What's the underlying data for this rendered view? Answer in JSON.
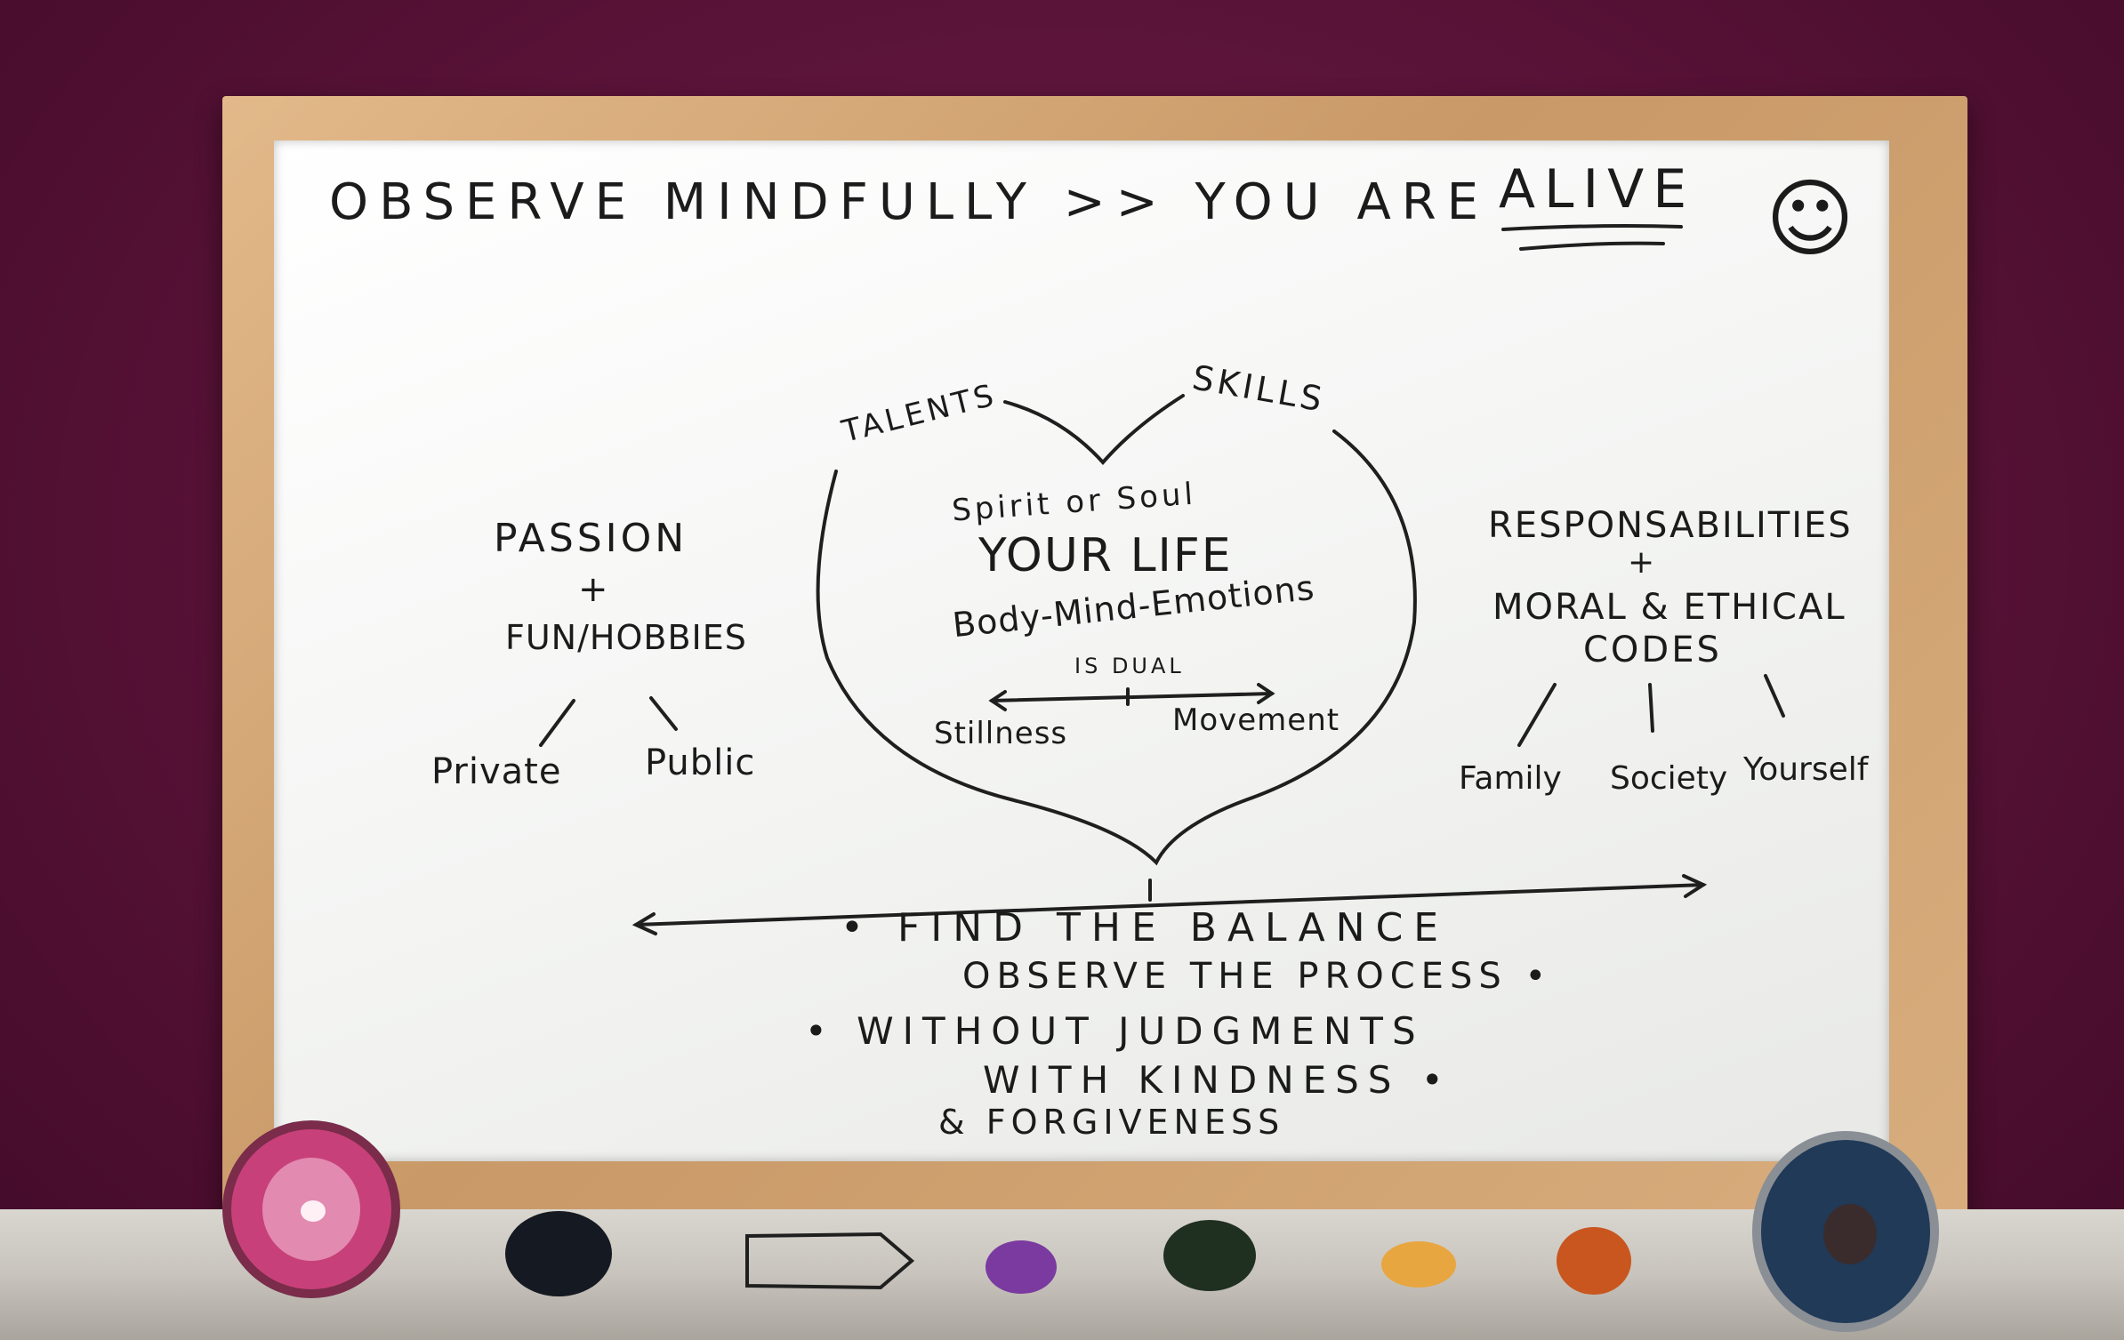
{
  "board": {
    "title_left": "OBSERVE MINDFULLY >> YOU ARE",
    "title_alive": "ALIVE",
    "smiley": "☺",
    "heart": {
      "talents": "TALENTS",
      "skills": "SKILLS",
      "spirit": "Spirit or Soul",
      "your_life": "YOUR LIFE",
      "body_mind": "Body-Mind-Emotions",
      "is_dual": "IS DUAL",
      "stillness": "Stillness",
      "movement": "Movement"
    },
    "left": {
      "passion": "PASSION",
      "plus": "+",
      "fun": "FUN/HOBBIES",
      "private": "Private",
      "public": "Public"
    },
    "right": {
      "responsabilities": "RESPONSABILITIES",
      "plus": "+",
      "moral": "MORAL & ETHICAL",
      "codes": "CODES",
      "family": "Family",
      "society": "Society",
      "yourself": "Yourself"
    },
    "bottom": {
      "find_balance": "• FIND THE BALANCE",
      "observe_process": "OBSERVE THE PROCESS •",
      "without_judgments": "• WITHOUT JUDGMENTS",
      "with_kindness": "WITH KINDNESS •",
      "forgiveness": "& FORGIVENESS"
    }
  },
  "stones": [
    {
      "name": "pink-agate-slice",
      "color": "#c8407a"
    },
    {
      "name": "black-tourmaline",
      "color": "#151a22"
    },
    {
      "name": "green-jade-point",
      "color": "#24412e"
    },
    {
      "name": "amethyst",
      "color": "#7a3aa0"
    },
    {
      "name": "dark-green-stone",
      "color": "#203020"
    },
    {
      "name": "citrine",
      "color": "#e8a640"
    },
    {
      "name": "carnelian",
      "color": "#c8561e"
    },
    {
      "name": "blue-agate-slice",
      "color": "#203a58"
    }
  ]
}
